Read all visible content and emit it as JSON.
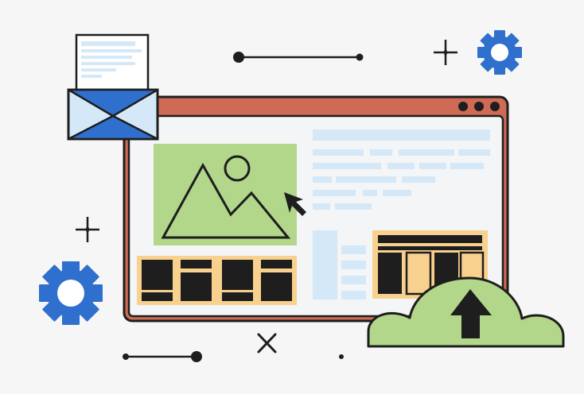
{
  "illustration": {
    "subject": "web-upload",
    "icons": [
      "envelope-icon",
      "document-icon",
      "gear-icon",
      "image-icon",
      "cursor-icon",
      "upload-cloud-icon",
      "sparkle-icon",
      "close-icon"
    ],
    "window": {
      "controls": [
        "dot",
        "dot",
        "dot"
      ]
    }
  },
  "palette": {
    "background": "#f6f6f6",
    "outline": "#1e1e1e",
    "window_frame": "#cf6a55",
    "window_body": "#f4f5f7",
    "image_green": "#b2d78a",
    "text_placeholder": "#d5e8f8",
    "accent_yellow": "#f8d18e",
    "gear_blue": "#2f6fce",
    "envelope_light": "#d5e8f8",
    "envelope_dark": "#2f6fce"
  }
}
